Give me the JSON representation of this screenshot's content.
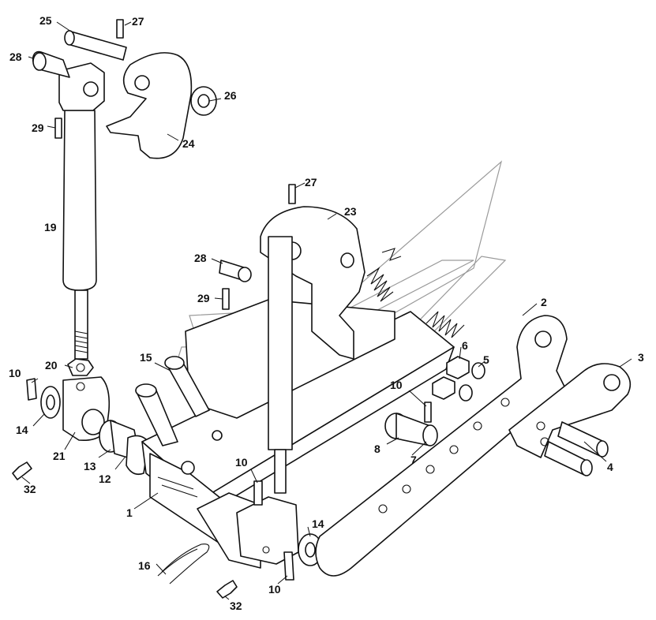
{
  "diagram": {
    "labels": {
      "l1": "1",
      "l2": "2",
      "l3": "3",
      "l4": "4",
      "l5": "5",
      "l6": "6",
      "l7": "7",
      "l8": "8",
      "l10a": "10",
      "l10b": "10",
      "l10c": "10",
      "l10d": "10",
      "l12": "12",
      "l13": "13",
      "l14a": "14",
      "l14b": "14",
      "l15": "15",
      "l16": "16",
      "l19": "19",
      "l20": "20",
      "l21": "21",
      "l23": "23",
      "l24": "24",
      "l25": "25",
      "l26": "26",
      "l27a": "27",
      "l27b": "27",
      "l28a": "28",
      "l28b": "28",
      "l29a": "29",
      "l29b": "29",
      "l32a": "32",
      "l32b": "32"
    }
  }
}
